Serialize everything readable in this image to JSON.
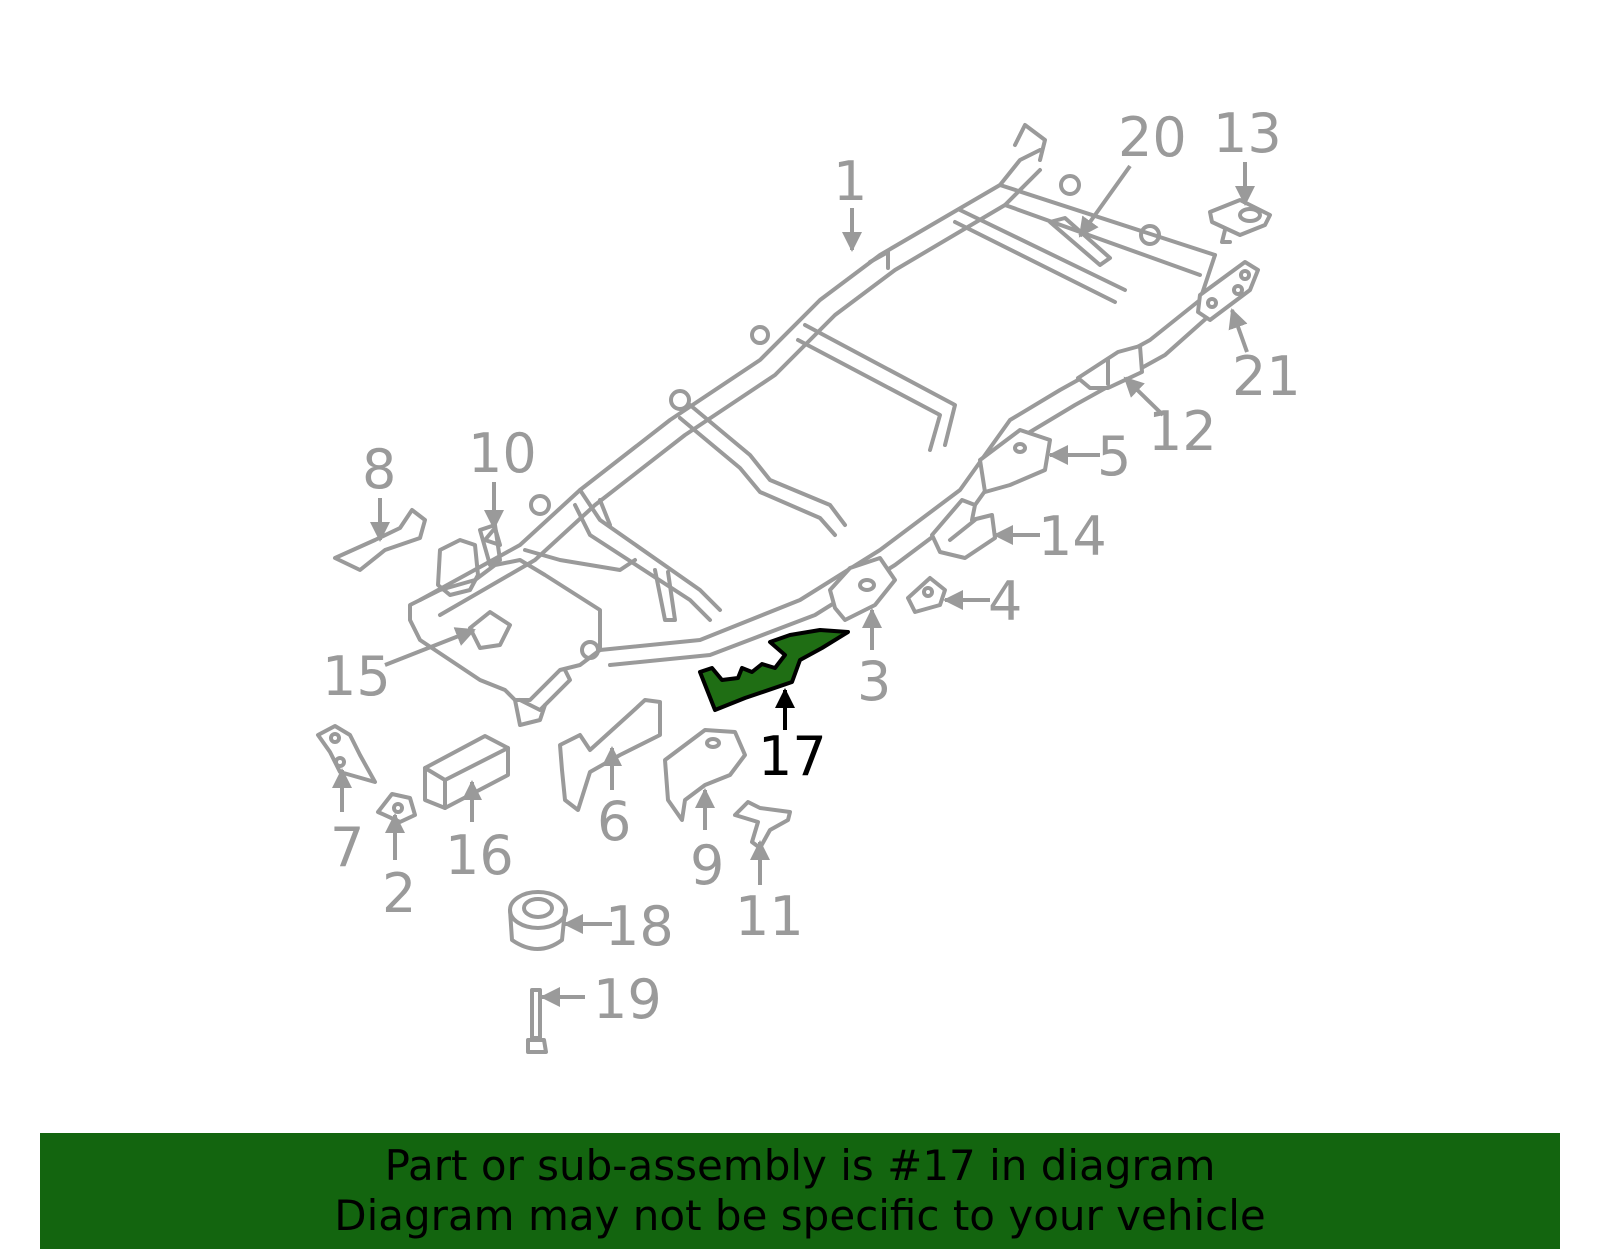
{
  "callouts": {
    "c1": "1",
    "c2": "2",
    "c3": "3",
    "c4": "4",
    "c5": "5",
    "c6": "6",
    "c7": "7",
    "c8": "8",
    "c9": "9",
    "c10": "10",
    "c11": "11",
    "c12": "12",
    "c13": "13",
    "c14": "14",
    "c15": "15",
    "c16": "16",
    "c17": "17",
    "c18": "18",
    "c19": "19",
    "c20": "20",
    "c21": "21"
  },
  "highlighted_part": "17",
  "colors": {
    "highlight": "#1f6e14",
    "banner": "#13650f",
    "part_stroke": "#9a9a9a"
  },
  "banner": {
    "line1": "Part or sub-assembly is #17 in diagram",
    "line2": "Diagram may not be specific to your vehicle"
  }
}
